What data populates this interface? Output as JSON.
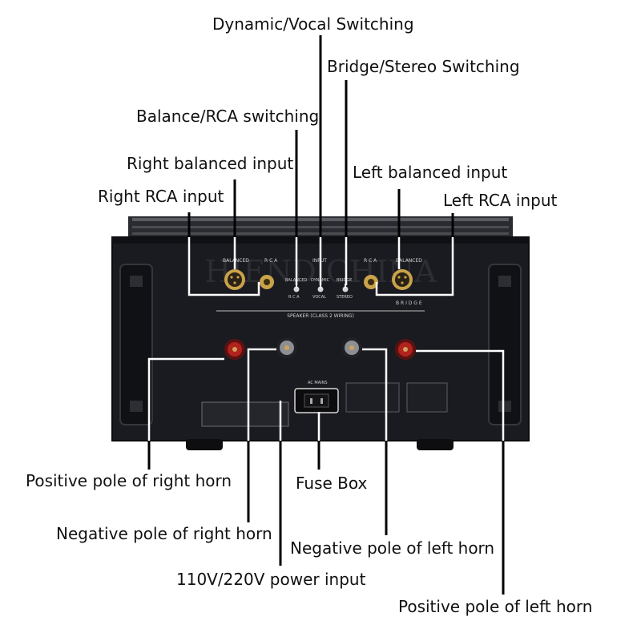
{
  "labels": {
    "dynamic_vocal": "Dynamic/Vocal Switching",
    "bridge_stereo": "Bridge/Stereo Switching",
    "balance_rca": "Balance/RCA switching",
    "right_balanced": "Right balanced input",
    "left_balanced": "Left balanced input",
    "right_rca": "Right RCA input",
    "left_rca": "Left RCA input",
    "pos_right": "Positive pole of right horn",
    "fuse_box": "Fuse Box",
    "neg_right": "Negative pole of right horn",
    "neg_left": "Negative pole of left horn",
    "power_input": "110V/220V power input",
    "pos_left": "Positive pole of left horn"
  },
  "panel_text": {
    "balanced_l": "BALANCED",
    "rca_l": "R C A",
    "input": "INPUT",
    "rca_r": "R C A",
    "balanced_r": "BALANCED",
    "balanced_small": "BALANCED",
    "rca_small": "R C A",
    "dynamic": "DYNAMIC",
    "vocal": "VOCAL",
    "bridge": "BRIDGE",
    "stereo": "STEREO",
    "bridge_right": "B R I D G E",
    "speaker": "SPEAKER (CLASS 2 WIRING)",
    "ac_mains": "AC MAINS",
    "watermark": "HIEND CHINA"
  },
  "colors": {
    "chassis": "#1a1b20",
    "heatsink": "#2a2b30",
    "gold": "#c9a24a",
    "red_post": "#b2221e",
    "line": "#000000"
  }
}
